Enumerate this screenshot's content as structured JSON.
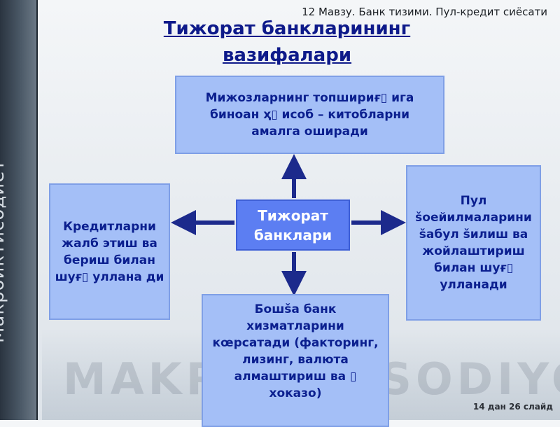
{
  "slide": {
    "sidebar_label": "Макроиктисодиёт",
    "header_right": "12 Мавзу. Банк тизими. Пул-кредит сиёсати",
    "title": "Тижорат банкларининг вазифалари",
    "footer": "14 дан 26 слайд",
    "background_word": "MAKROIQTISODIYOT"
  },
  "diagram": {
    "center": "Тижорат банклари",
    "top": "Мижозларнинг топшириғ▯ ига биноан ҳ▯ исоб – китобларни амалга оширади",
    "left": "Кредитларни жалб этиш ва бериш билан шуғ▯ уллана ди",
    "right": "Пул šоейилмаларини šабул šилиш ва жойлаштириш билан шуғ▯ улланади",
    "bottom": "Бошšа банк хизматларини кœрсатади (факторинг, лизинг, валюта алмаштириш ва ▯ хоказо)"
  },
  "colors": {
    "box_fill": "#a4bff7",
    "box_text": "#0b1f8f",
    "center_fill": "#5c7ef2",
    "arrow": "#1c2a8c",
    "title": "#0e1a8a"
  }
}
